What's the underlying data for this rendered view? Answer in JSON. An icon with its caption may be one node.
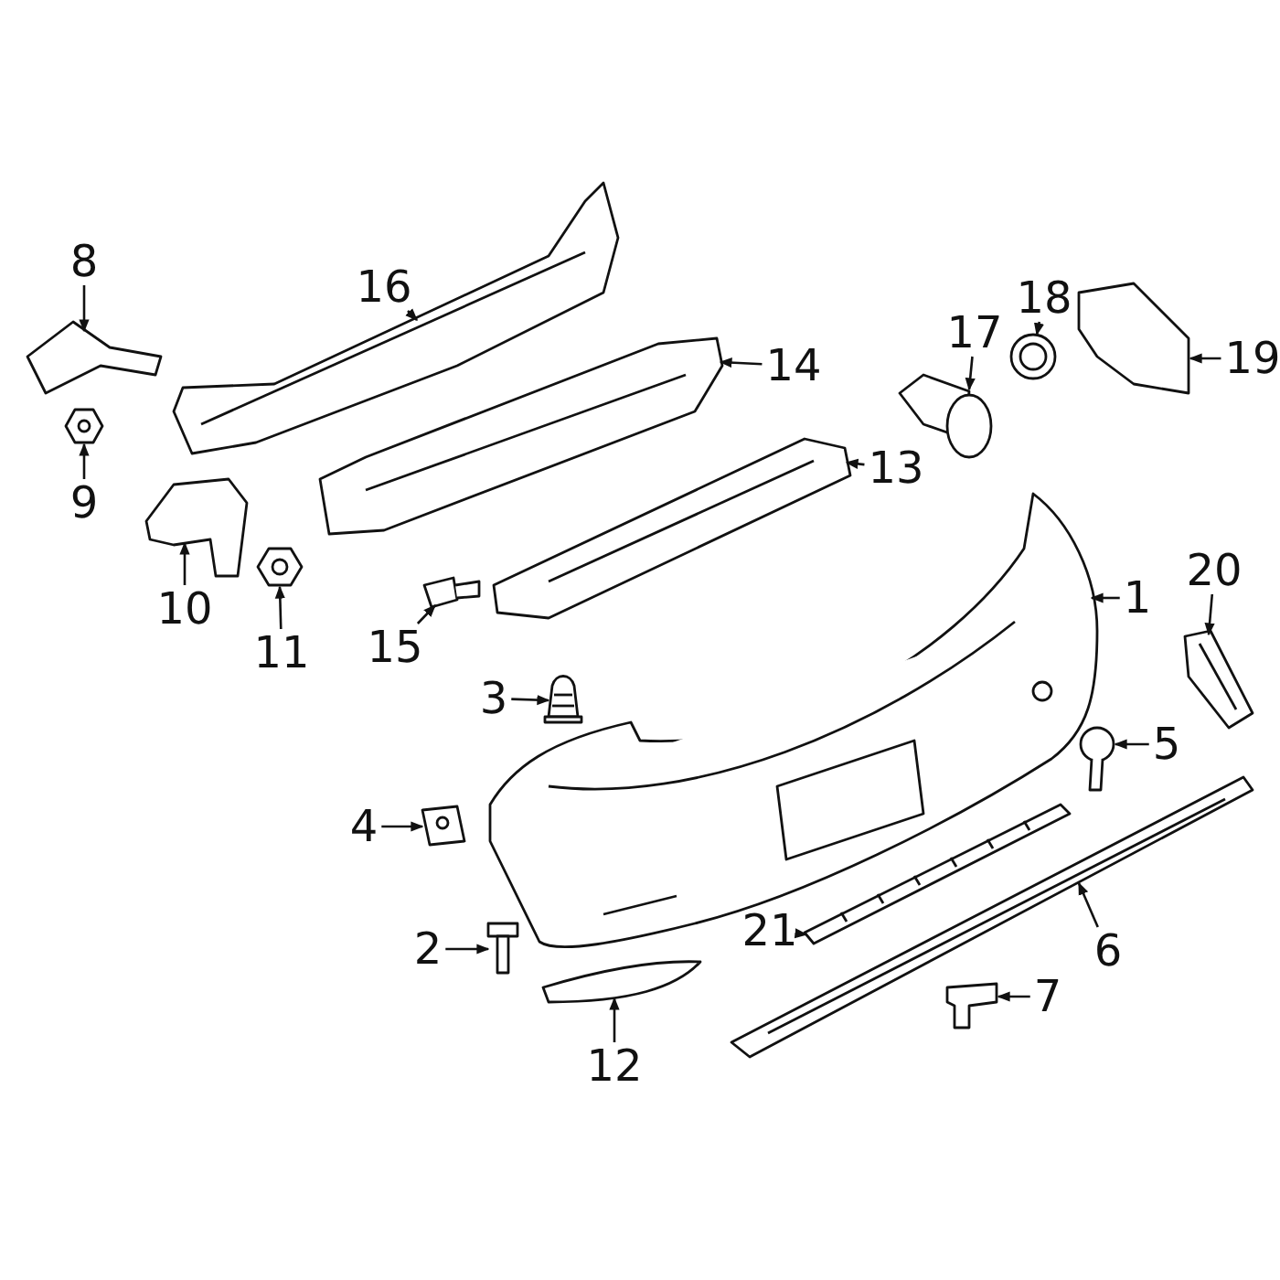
{
  "diagram": {
    "nodes": [
      {
        "text": [
          "1"
        ]
      },
      {
        "text": [
          "2"
        ]
      },
      {
        "text": [
          "3"
        ]
      },
      {
        "text": [
          "4"
        ]
      },
      {
        "text": [
          "5"
        ]
      },
      {
        "text": [
          "6"
        ]
      },
      {
        "text": [
          "7"
        ]
      },
      {
        "text": [
          "8"
        ]
      },
      {
        "text": [
          "9"
        ]
      },
      {
        "text": [
          "10"
        ]
      },
      {
        "text": [
          "11"
        ]
      },
      {
        "text": [
          "12"
        ]
      },
      {
        "text": [
          "13"
        ]
      },
      {
        "text": [
          "14"
        ]
      },
      {
        "text": [
          "15"
        ]
      },
      {
        "text": [
          "16"
        ]
      },
      {
        "text": [
          "17"
        ]
      },
      {
        "text": [
          "18"
        ]
      },
      {
        "text": [
          "19"
        ]
      },
      {
        "text": [
          "20"
        ]
      },
      {
        "text": [
          "21"
        ]
      },
      {
        "text": [],
        "shape": "picture"
      },
      {
        "text": [],
        "shape": "picture"
      },
      {
        "text": [],
        "shape": "picture"
      },
      {
        "text": [],
        "shape": "picture"
      },
      {
        "text": [],
        "shape": "picture"
      },
      {
        "text": [],
        "shape": "picture"
      },
      {
        "text": [],
        "shape": "picture"
      },
      {
        "text": [],
        "shape": "picture"
      },
      {
        "text": [],
        "shape": "picture"
      },
      {
        "text": [],
        "shape": "picture"
      },
      {
        "text": [],
        "shape": "picture"
      },
      {
        "text": [],
        "shape": "picture"
      },
      {
        "text": [],
        "shape": "picture"
      },
      {
        "text": [],
        "shape": "picture"
      },
      {
        "text": [],
        "shape": "picture"
      },
      {
        "text": [],
        "shape": "picture"
      },
      {
        "text": [],
        "shape": "picture"
      },
      {
        "text": [],
        "shape": "picture"
      },
      {
        "text": [],
        "shape": "picture"
      },
      {
        "text": [],
        "shape": "picture"
      },
      {
        "text": [],
        "shape": "picture"
      }
    ],
    "edges": [
      {
        "from": 0,
        "to": 21,
        "arrow": "to"
      },
      {
        "from": 1,
        "to": 22,
        "arrow": "to"
      },
      {
        "from": 2,
        "to": 23,
        "arrow": "to"
      },
      {
        "from": 3,
        "to": 24,
        "arrow": "to"
      },
      {
        "from": 4,
        "to": 25,
        "arrow": "to"
      },
      {
        "from": 5,
        "to": 26,
        "arrow": "to"
      },
      {
        "from": 6,
        "to": 27,
        "arrow": "to"
      },
      {
        "from": 7,
        "to": 28,
        "arrow": "to"
      },
      {
        "from": 8,
        "to": 29,
        "arrow": "to"
      },
      {
        "from": 9,
        "to": 30,
        "arrow": "to"
      },
      {
        "from": 10,
        "to": 31,
        "arrow": "to"
      },
      {
        "from": 11,
        "to": 32,
        "arrow": "to"
      },
      {
        "from": 12,
        "to": 33,
        "arrow": "to"
      },
      {
        "from": 13,
        "to": 34,
        "arrow": "to"
      },
      {
        "from": 14,
        "to": 35,
        "arrow": "to"
      },
      {
        "from": 15,
        "to": 36,
        "arrow": "to"
      },
      {
        "from": 16,
        "to": 37,
        "arrow": "to"
      },
      {
        "from": 17,
        "to": 38,
        "arrow": "to"
      },
      {
        "from": 18,
        "to": 39,
        "arrow": "to"
      },
      {
        "from": 19,
        "to": 40,
        "arrow": "to"
      },
      {
        "from": 20,
        "to": 41,
        "arrow": "to"
      }
    ]
  }
}
